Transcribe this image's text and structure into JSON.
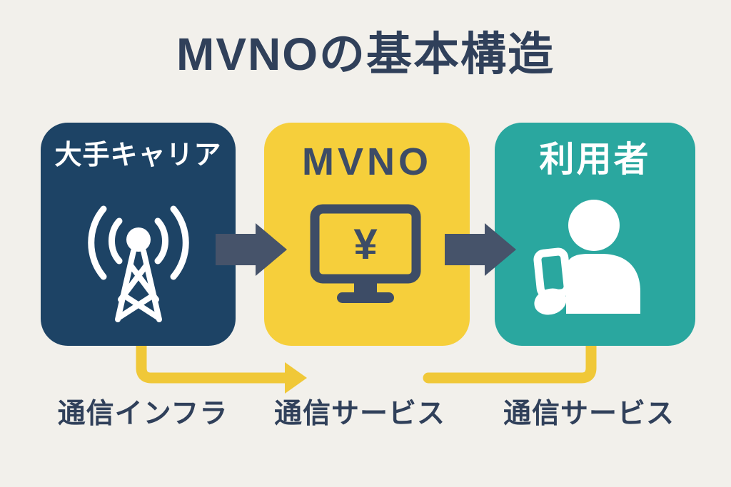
{
  "title": "MVNOの基本構造",
  "colors": {
    "bg": "#f2f0eb",
    "ink": "#30405a",
    "navy": "#1d4365",
    "yellow": "#f6cf3b",
    "teal": "#2aa79f",
    "slate": "#46536a",
    "icon-navy": "#3d4c66",
    "connector": "#f0c838",
    "white": "#ffffff"
  },
  "boxes": [
    {
      "label": "大手キャリア",
      "icon": "antenna-icon"
    },
    {
      "label": "MVNO",
      "icon": "monitor-yen-icon"
    },
    {
      "label": "利用者",
      "icon": "person-phone-icon"
    }
  ],
  "icons": {
    "yen_symbol": "¥"
  },
  "bottom_labels": [
    {
      "label": "通信インフラ"
    },
    {
      "label": "通信サービス"
    },
    {
      "label": "通信サービス"
    }
  ]
}
